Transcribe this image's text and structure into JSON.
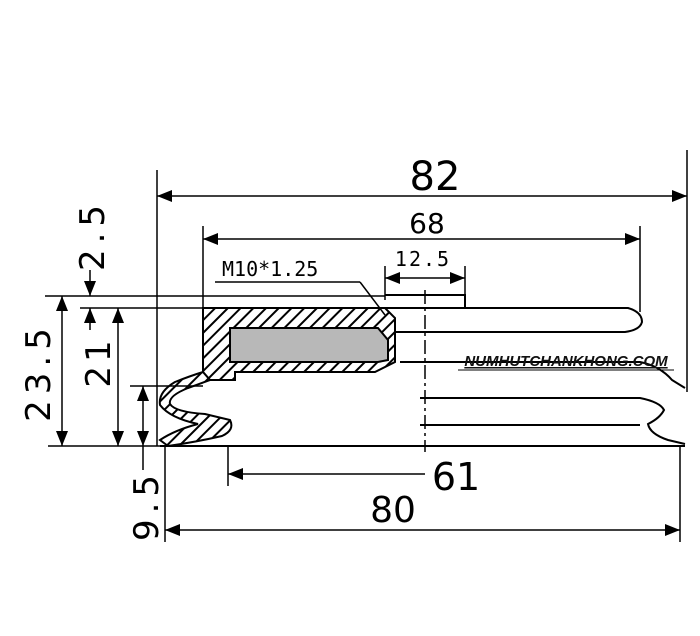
{
  "dimensions": {
    "overall_width": "82",
    "top_width": "68",
    "hole_width": "12.5",
    "thread": "M10*1.25",
    "lip_inner": "61",
    "lip_outer": "80",
    "total_height": "23.5",
    "body_height": "21",
    "top_step": "2.5",
    "bellows_height": "9.5"
  },
  "watermark": "NUMHUTCHANKHONG.COM"
}
